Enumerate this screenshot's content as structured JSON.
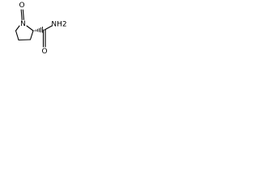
{
  "molecule": {
    "atoms": {
      "ring_nitrogen": "N",
      "nitroso_oxygen": "O",
      "carbonyl_oxygen": "O",
      "amide_group": "NH2"
    },
    "colors": {
      "ink": "#000000",
      "background": "#ffffff"
    }
  }
}
